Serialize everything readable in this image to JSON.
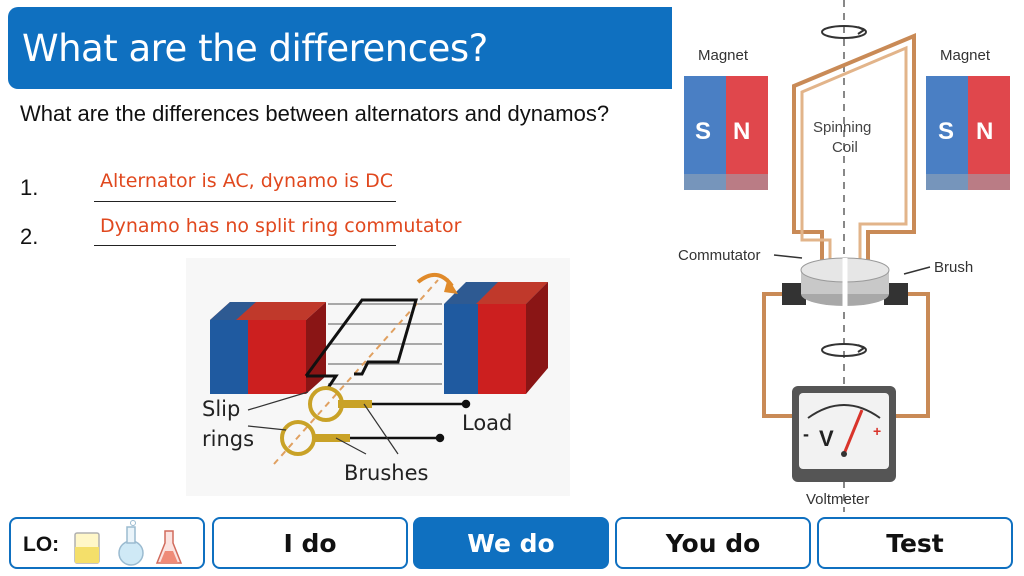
{
  "title": "What are the differences?",
  "question": "What are the differences between alternators and dynamos?",
  "items": [
    {
      "number": "1.",
      "answer": "Alternator is AC, dynamo is DC"
    },
    {
      "number": "2.",
      "answer": "Dynamo has no split ring commutator"
    }
  ],
  "dynamo_diagram": {
    "magnet_left": "Magnet",
    "magnet_right": "Magnet",
    "pole_s": "S",
    "pole_n": "N",
    "coil_line1": "Spinning",
    "coil_line2": "Coil",
    "commutator": "Commutator",
    "brush": "Brush",
    "voltmeter": "Voltmeter",
    "meter_minus": "-",
    "meter_v": "V",
    "meter_plus": "+"
  },
  "alternator_diagram": {
    "slip_line1": "Slip",
    "slip_line2": "rings",
    "load": "Load",
    "brushes": "Brushes"
  },
  "lo_label": "LO:",
  "nav": {
    "i_do": "I do",
    "we_do": "We do",
    "you_do": "You do",
    "test": "Test"
  },
  "colors": {
    "accent": "#0f70c0",
    "answer": "#e0481e",
    "magnet_red": "#e0474c",
    "magnet_blue": "#4a7fc4",
    "copper": "#c98a56"
  }
}
